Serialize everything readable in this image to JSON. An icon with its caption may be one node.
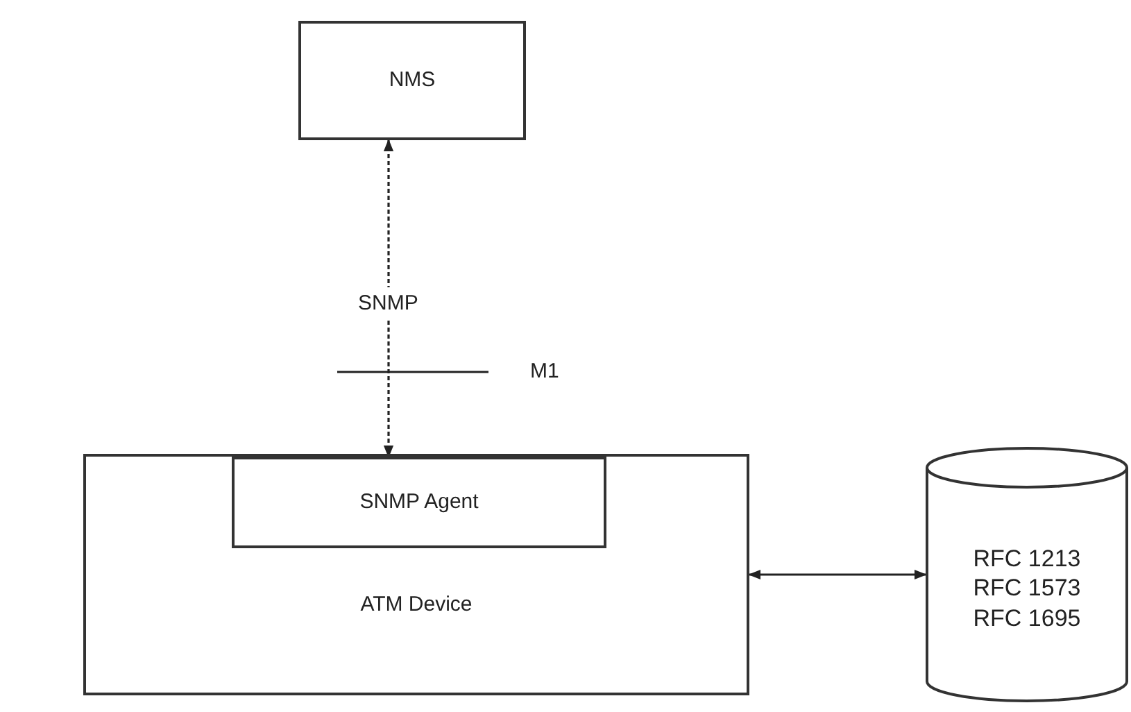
{
  "diagram": {
    "nodes": [
      {
        "text": [
          "NMS"
        ]
      },
      {
        "text": [
          "ATM Device"
        ]
      },
      {
        "text": [
          "SNMP Agent"
        ],
        "in": 1
      },
      {
        "text": [
          "RFC 1213",
          "RFC 1573",
          "RFC 1695"
        ]
      }
    ],
    "edges": [
      {
        "from": 0,
        "to": 2,
        "arrow": "both",
        "label": "SNMP",
        "style": "dashed"
      },
      {
        "from": 1,
        "to": 3,
        "arrow": "both"
      }
    ],
    "labels": [
      "M1"
    ]
  }
}
